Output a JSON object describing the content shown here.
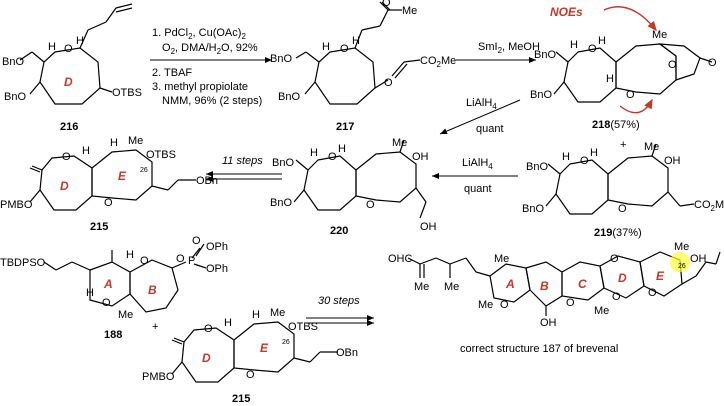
{
  "compounds": {
    "c216": "216",
    "c217": "217",
    "c218": "218",
    "c218_yield": "(57%)",
    "c219": "219",
    "c219_yield": "(37%)",
    "c220": "220",
    "c215_top": "215",
    "c188": "188",
    "c215_bottom": "215",
    "c187_caption": "correct structure 187 of brevenal"
  },
  "conditions": {
    "step1_line1": "1. PdCl",
    "step1_line1b": "2",
    "step1_line1c": ", Cu(OAc)",
    "step1_line1d": "2",
    "step1_line2": "O",
    "step1_line2b": "2",
    "step1_line2c": ", DMA/H",
    "step1_line2d": "2",
    "step1_line2e": "O, 92%",
    "step2": "2. TBAF",
    "step3a": "3. methyl propiolate",
    "step3b": "NMM, 96% (2 steps)",
    "smi2": "SmI",
    "smi2_sub": "2",
    "smi2_b": ", MeOH",
    "lialh4_a": "LiAlH",
    "lialh4_a_sub": "4",
    "quant_a": "quant",
    "lialh4_b": "LiAlH",
    "lialh4_b_sub": "4",
    "quant_b": "quant",
    "eleven_steps": "11 steps",
    "thirty_steps": "30 steps",
    "plus1": "+",
    "plus2": "+"
  },
  "labels": {
    "noes": "NOEs",
    "bno": "BnO",
    "otbs": "OTBS",
    "o": "O",
    "h": "H",
    "me": "Me",
    "oh": "OH",
    "co2me": "CO",
    "co2me_sub": "2",
    "co2me_b": "Me",
    "pmbo": "PMBO",
    "obn": "OBn",
    "tbdpso": "TBDPSO",
    "oph": "OPh",
    "p": "P",
    "ohc": "OHC",
    "c26": "26"
  },
  "rings": {
    "D": "D",
    "E": "E",
    "A": "A",
    "B": "B",
    "C": "C"
  },
  "colors": {
    "ring_label": "#c0392b",
    "noe_arrow": "#c0392b",
    "highlight": "#ffff33"
  }
}
